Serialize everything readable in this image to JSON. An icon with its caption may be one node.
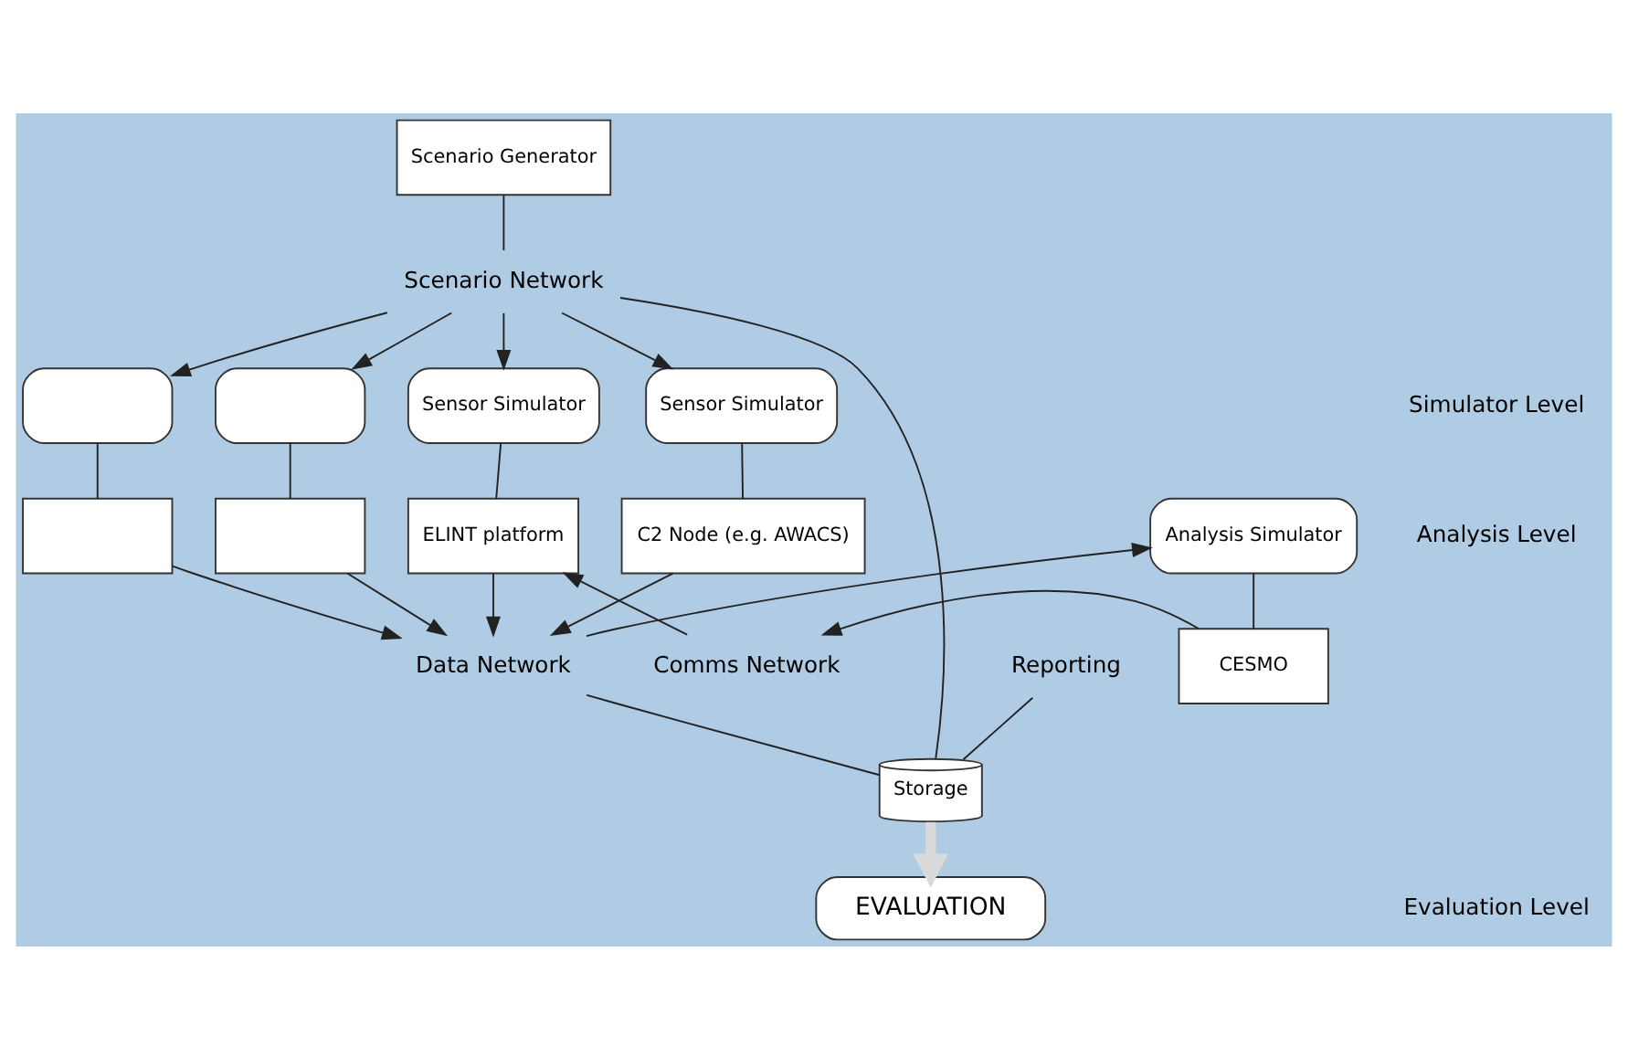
{
  "diagram": {
    "nodes": [
      {
        "text": [
          "Scenario Generator"
        ]
      },
      {
        "text": [
          "Scenario Network"
        ]
      },
      {
        "text": [],
        "shape": "box"
      },
      {
        "text": [],
        "shape": "box"
      },
      {
        "text": [
          "Sensor Simulator"
        ]
      },
      {
        "text": [],
        "shape": "box"
      },
      {
        "text": [],
        "shape": "box"
      },
      {
        "text": [
          "ELINT platform"
        ]
      },
      {
        "text": [
          "Sensor Simulator"
        ]
      },
      {
        "text": [
          "C2 Node (e.g. AWACS)"
        ]
      },
      {
        "text": [
          "Data Network"
        ]
      },
      {
        "text": [
          "Analysis Simulator"
        ]
      },
      {
        "text": [
          "CESMO"
        ]
      },
      {
        "text": [
          "Comms Network"
        ]
      },
      {
        "text": [
          "Reporting"
        ]
      },
      {
        "text": [
          "Storage"
        ]
      },
      {
        "text": [
          "EVALUATION"
        ]
      }
    ],
    "edges": [
      {
        "from": 0,
        "to": 1,
        "arrow": "none"
      },
      {
        "from": 1,
        "to": 4,
        "arrow": "to"
      },
      {
        "from": 1,
        "to": 3,
        "arrow": "to"
      },
      {
        "from": 1,
        "to": 2,
        "arrow": "to"
      },
      {
        "from": 4,
        "to": 7,
        "arrow": "none"
      },
      {
        "from": 3,
        "to": 6,
        "arrow": "none"
      },
      {
        "from": 2,
        "to": 5,
        "arrow": "none"
      },
      {
        "from": 7,
        "to": 10,
        "arrow": "to"
      },
      {
        "from": 6,
        "to": 10,
        "arrow": "to"
      },
      {
        "from": 5,
        "to": 10,
        "arrow": "to"
      },
      {
        "from": 1,
        "to": 8,
        "arrow": "to"
      },
      {
        "from": 8,
        "to": 9,
        "arrow": "none"
      },
      {
        "from": 9,
        "to": 10,
        "arrow": "to"
      },
      {
        "from": 13,
        "to": 7,
        "arrow": "to"
      },
      {
        "from": 10,
        "to": 11,
        "arrow": "to"
      },
      {
        "from": 11,
        "to": 12,
        "arrow": "none"
      },
      {
        "from": 12,
        "to": 13,
        "arrow": "to"
      },
      {
        "from": 1,
        "to": 15,
        "arrow": "none"
      },
      {
        "from": 10,
        "to": 15,
        "arrow": "none"
      },
      {
        "from": 14,
        "to": 15,
        "arrow": "none"
      },
      {
        "from": 15,
        "to": 16,
        "arrow": "to",
        "style": "thick",
        "color": "#d9d9d9"
      }
    ],
    "labels": [
      "Simulator Level",
      "Analysis Level",
      "Evaluation Level"
    ]
  }
}
